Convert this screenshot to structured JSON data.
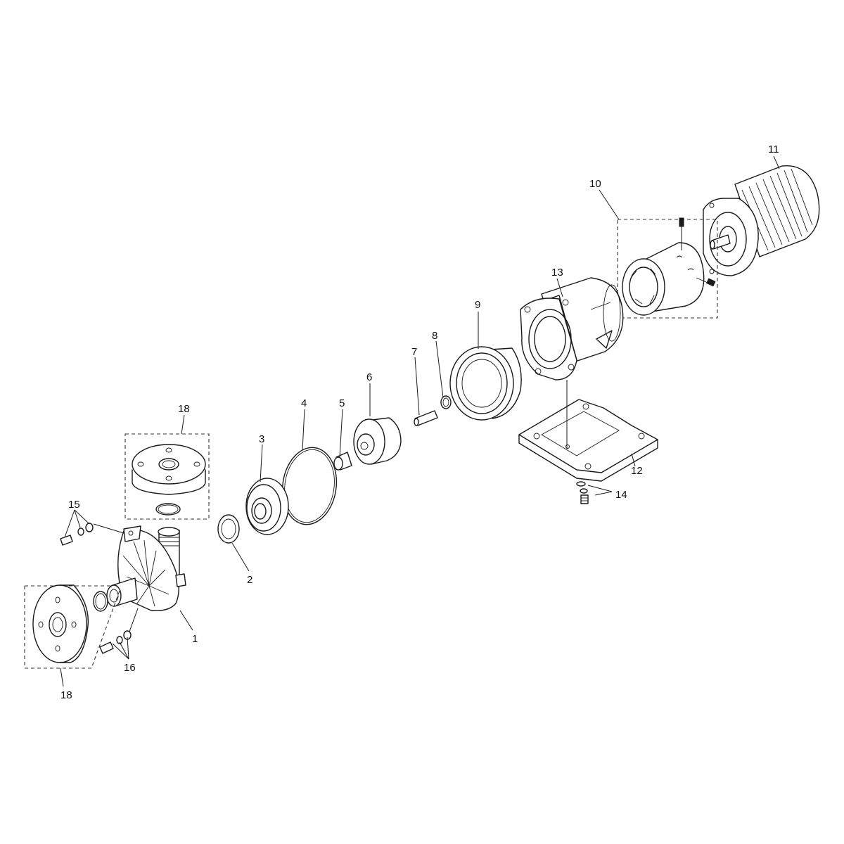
{
  "callouts": [
    {
      "id": "c1",
      "text": "1"
    },
    {
      "id": "c2",
      "text": "2"
    },
    {
      "id": "c3",
      "text": "3"
    },
    {
      "id": "c4",
      "text": "4"
    },
    {
      "id": "c5",
      "text": "5"
    },
    {
      "id": "c6",
      "text": "6"
    },
    {
      "id": "c7",
      "text": "7"
    },
    {
      "id": "c8",
      "text": "8"
    },
    {
      "id": "c9",
      "text": "9"
    },
    {
      "id": "c10",
      "text": "10"
    },
    {
      "id": "c11",
      "text": "11"
    },
    {
      "id": "c12",
      "text": "12"
    },
    {
      "id": "c13",
      "text": "13"
    },
    {
      "id": "c14",
      "text": "14"
    },
    {
      "id": "c15",
      "text": "15"
    },
    {
      "id": "c16",
      "text": "16"
    },
    {
      "id": "c18a",
      "text": "18"
    },
    {
      "id": "c18b",
      "text": "18"
    }
  ]
}
